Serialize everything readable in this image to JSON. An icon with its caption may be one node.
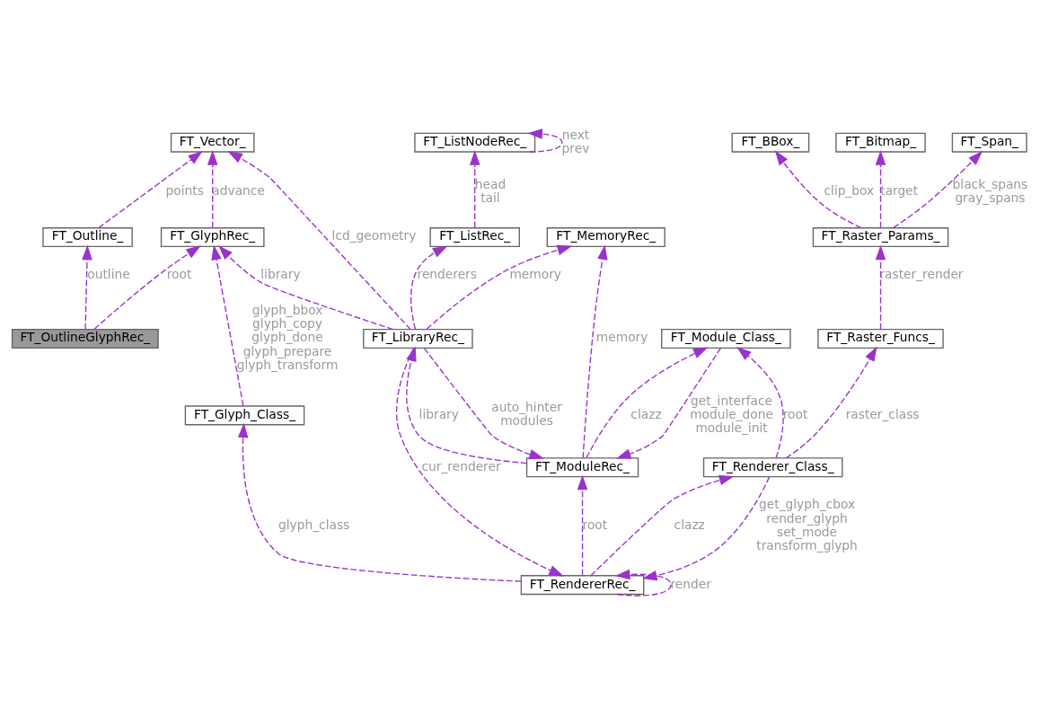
{
  "diagram": {
    "nodes": [
      {
        "text": [
          "FT_Vector_"
        ]
      },
      {
        "text": [
          "FT_GlyphRec_"
        ]
      },
      {
        "text": [
          "FT_Outline_"
        ]
      },
      {
        "text": [
          "FT_OutlineGlyphRec_"
        ]
      },
      {
        "text": [
          "FT_ListNodeRec_"
        ]
      },
      {
        "text": [
          "FT_Glyph_Class_"
        ]
      },
      {
        "text": [
          "FT_MemoryRec_"
        ]
      },
      {
        "text": [
          "FT_ListRec_"
        ]
      },
      {
        "text": [
          "FT_RendererRec_"
        ]
      },
      {
        "text": [
          "FT_LibraryRec_"
        ]
      },
      {
        "text": [
          "FT_Bitmap_"
        ]
      },
      {
        "text": [
          "FT_Span_"
        ]
      },
      {
        "text": [
          "FT_BBox_"
        ]
      },
      {
        "text": [
          "FT_ModuleRec_"
        ]
      },
      {
        "text": [
          "FT_Raster_Params_"
        ]
      },
      {
        "text": [
          "FT_Module_Class_"
        ]
      },
      {
        "text": [
          "FT_Raster_Funcs_"
        ]
      },
      {
        "text": [
          "FT_Renderer_Class_"
        ]
      }
    ],
    "edges": [
      {
        "from": 1,
        "to": 0,
        "arrow": "to",
        "label": "advance",
        "style": "dashed"
      },
      {
        "from": 2,
        "to": 0,
        "arrow": "to",
        "label": "points",
        "style": "dashed"
      },
      {
        "from": 9,
        "to": 0,
        "arrow": "to",
        "label": "lcd_geometry",
        "style": "dashed"
      },
      {
        "from": 3,
        "to": 1,
        "arrow": "to",
        "label": "root",
        "style": "dashed"
      },
      {
        "from": 3,
        "to": 2,
        "arrow": "to",
        "label": "outline",
        "style": "dashed"
      },
      {
        "from": 5,
        "to": 1,
        "arrow": "to",
        "label": "glyph_bbox glyph_copy glyph_done glyph_prepare glyph_transform",
        "style": "dashed"
      },
      {
        "from": 9,
        "to": 1,
        "arrow": "to",
        "label": "library",
        "style": "dashed"
      },
      {
        "from": 4,
        "to": 4,
        "arrow": "to",
        "label": "next prev",
        "style": "dashed"
      },
      {
        "from": 7,
        "to": 4,
        "arrow": "to",
        "label": "head tail",
        "style": "dashed"
      },
      {
        "from": 9,
        "to": 7,
        "arrow": "to",
        "label": "renderers",
        "style": "dashed"
      },
      {
        "from": 8,
        "to": 5,
        "arrow": "to",
        "label": "glyph_class",
        "style": "dashed"
      },
      {
        "from": 8,
        "to": 8,
        "arrow": "to",
        "label": "render",
        "style": "dashed"
      },
      {
        "from": 9,
        "to": 8,
        "arrow": "to",
        "label": "cur_renderer",
        "style": "dashed"
      },
      {
        "from": 17,
        "to": 8,
        "arrow": "to",
        "label": "get_glyph_cbox render_glyph set_mode transform_glyph",
        "style": "dashed"
      },
      {
        "from": 9,
        "to": 6,
        "arrow": "to",
        "label": "memory",
        "style": "dashed"
      },
      {
        "from": 13,
        "to": 6,
        "arrow": "to",
        "label": "memory",
        "style": "dashed"
      },
      {
        "from": 13,
        "to": 9,
        "arrow": "to",
        "label": "library",
        "style": "dashed"
      },
      {
        "from": 9,
        "to": 13,
        "arrow": "to",
        "label": "auto_hinter modules",
        "style": "dashed"
      },
      {
        "from": 8,
        "to": 13,
        "arrow": "to",
        "label": "root",
        "style": "dashed"
      },
      {
        "from": 13,
        "to": 15,
        "arrow": "to",
        "label": "clazz",
        "style": "dashed"
      },
      {
        "from": 15,
        "to": 13,
        "arrow": "to",
        "label": "get_interface module_done module_init",
        "style": "dashed"
      },
      {
        "from": 8,
        "to": 17,
        "arrow": "to",
        "label": "clazz",
        "style": "dashed"
      },
      {
        "from": 17,
        "to": 15,
        "arrow": "to",
        "label": "root",
        "style": "dashed"
      },
      {
        "from": 17,
        "to": 16,
        "arrow": "to",
        "label": "raster_class",
        "style": "dashed"
      },
      {
        "from": 16,
        "to": 14,
        "arrow": "to",
        "label": "raster_render",
        "style": "dashed"
      },
      {
        "from": 14,
        "to": 10,
        "arrow": "to",
        "label": "target",
        "style": "dashed"
      },
      {
        "from": 14,
        "to": 11,
        "arrow": "to",
        "label": "black_spans gray_spans",
        "style": "dashed"
      },
      {
        "from": 14,
        "to": 12,
        "arrow": "to",
        "label": "clip_box",
        "style": "dashed"
      }
    ]
  }
}
